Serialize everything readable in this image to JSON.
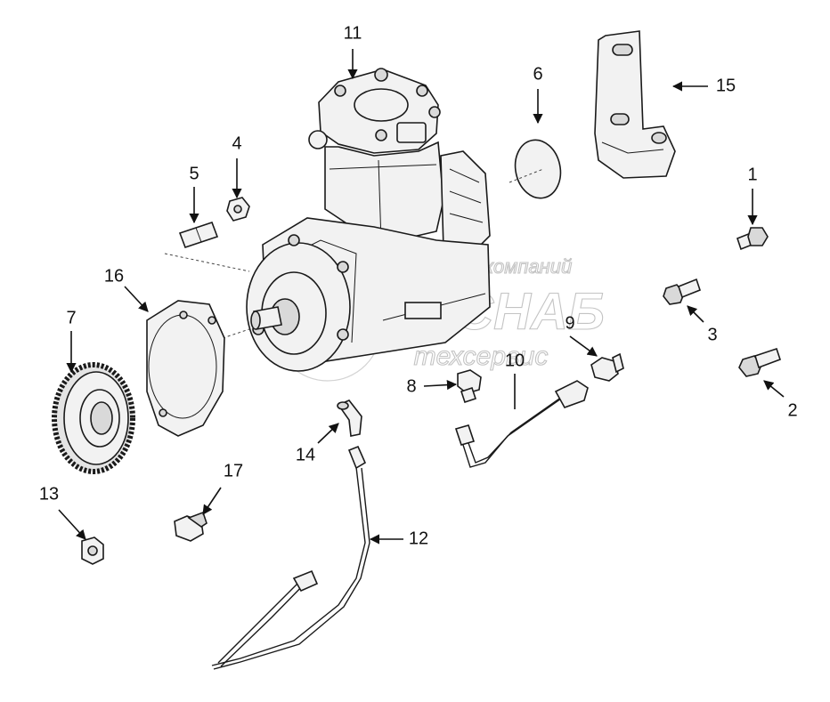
{
  "watermark": {
    "line1": "группа компаний",
    "line2": "АГРОСНАБ",
    "line3": "техсервис"
  },
  "callouts": [
    {
      "id": "1",
      "label": "1"
    },
    {
      "id": "2",
      "label": "2"
    },
    {
      "id": "3",
      "label": "3"
    },
    {
      "id": "4",
      "label": "4"
    },
    {
      "id": "5",
      "label": "5"
    },
    {
      "id": "6",
      "label": "6"
    },
    {
      "id": "7",
      "label": "7"
    },
    {
      "id": "8",
      "label": "8"
    },
    {
      "id": "9",
      "label": "9"
    },
    {
      "id": "10",
      "label": "10"
    },
    {
      "id": "11",
      "label": "11"
    },
    {
      "id": "12",
      "label": "12"
    },
    {
      "id": "13",
      "label": "13"
    },
    {
      "id": "14",
      "label": "14"
    },
    {
      "id": "15",
      "label": "15"
    },
    {
      "id": "16",
      "label": "16"
    },
    {
      "id": "17",
      "label": "17"
    }
  ]
}
